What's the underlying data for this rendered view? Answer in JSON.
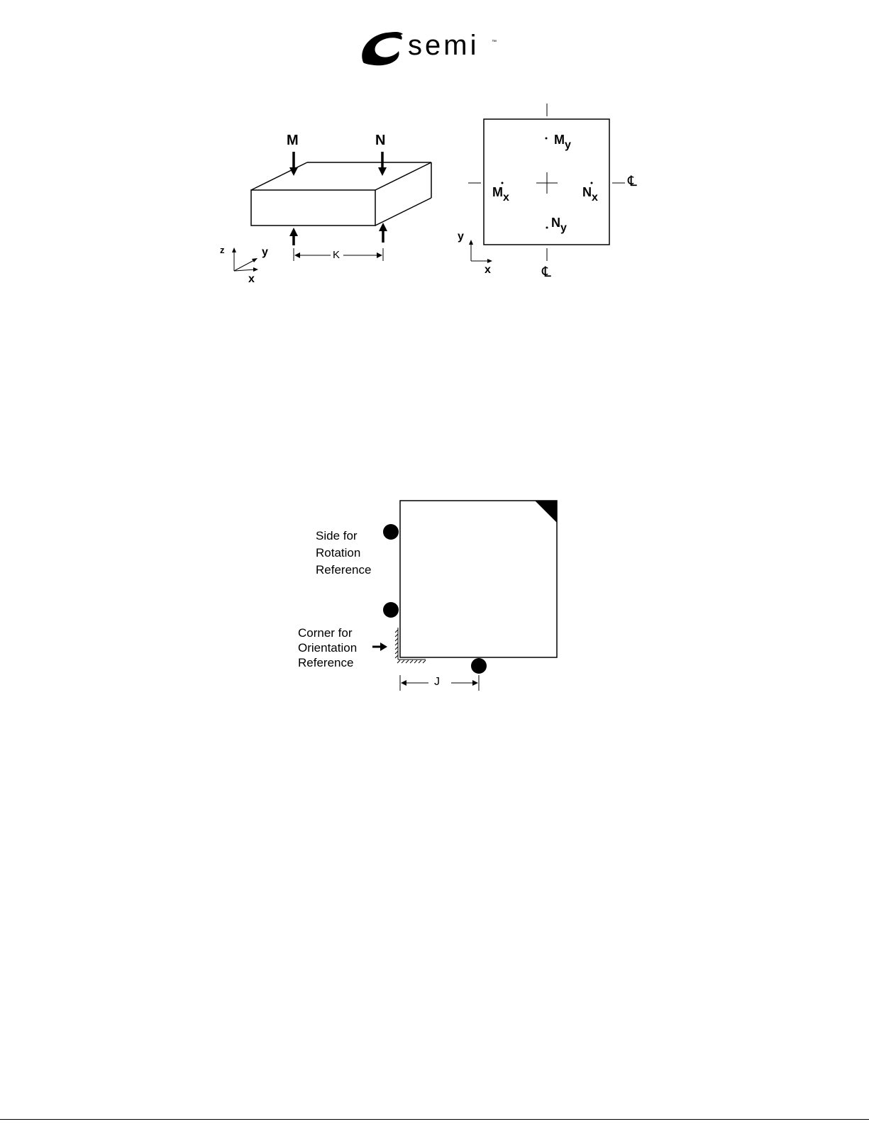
{
  "header": {
    "logo_text": "semi",
    "trademark": "™"
  },
  "figure1": {
    "block": {
      "label_m": "M",
      "label_n": "N",
      "dim_label": "K",
      "axis_z": "z",
      "axis_y": "y",
      "axis_x": "x"
    },
    "plan": {
      "my_main": "M",
      "my_sub": "y",
      "mx_main": "M",
      "mx_sub": "x",
      "nx_main": "N",
      "nx_sub": "x",
      "ny_main": "N",
      "ny_sub": "y",
      "centerline_symbol": "℄",
      "axis_y": "y",
      "axis_x": "x"
    }
  },
  "figure2": {
    "side_label_lines": [
      "Side for",
      "Rotation",
      "Reference"
    ],
    "corner_label_lines": [
      "Corner for",
      "Orientation",
      "Reference"
    ],
    "dim_label": "J"
  }
}
